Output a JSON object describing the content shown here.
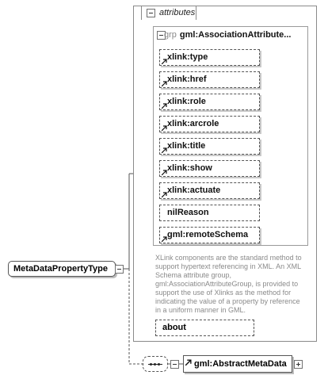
{
  "attributes": {
    "title": "attributes"
  },
  "group": {
    "prefix": "grp",
    "name": "gml:AssociationAttribute..."
  },
  "attribute_items": [
    "xlink:type",
    "xlink:href",
    "xlink:role",
    "xlink:arcrole",
    "xlink:title",
    "xlink:show",
    "xlink:actuate",
    "nilReason",
    "gml:remoteSchema"
  ],
  "documentation": [
    "XLink components are the standard method to",
    "support hypertext referencing in XML. An XML",
    "Schema attribute group,",
    "gml:AssociationAttributeGroup, is provided to",
    "support the use of Xlinks as the method for",
    "indicating the value of a property by reference",
    "in a uniform manner in GML."
  ],
  "about": "about",
  "main_type": "MetaDataPropertyType",
  "element": "gml:AbstractMetaData"
}
